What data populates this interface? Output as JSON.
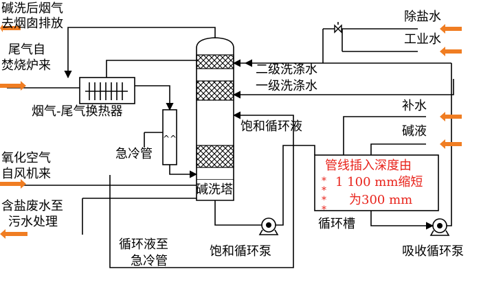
{
  "labels": {
    "exhaust_out_l1": "碱洗后烟气",
    "exhaust_out_l2": "去烟囱排放",
    "tail_gas_l1": "尾气自",
    "tail_gas_l2": "焚烧炉来",
    "heat_exchanger": "烟气-尾气换热器",
    "quench_tube": "急冷管",
    "ox_air_l1": "氧化空气",
    "ox_air_l2": "自风机来",
    "brine_l1": "含盐废水至",
    "brine_l2": "污水处理",
    "recycle_l1": "循环液至",
    "recycle_l2": "急冷管",
    "sat_pump": "饱和循环泵",
    "scrub_tower": "碱洗塔",
    "sat_liquid": "饱和循环液",
    "wash2": "二级洗涤水",
    "wash1": "一级洗涤水",
    "desalted_water": "除盐水",
    "industrial_water": "工业水",
    "makeup_water": "补水",
    "lye": "碱液",
    "circ_tank": "循环槽",
    "abs_pump": "吸收循环泵",
    "note_l1": "管线插入深度由",
    "note_l2": "1 100 mm缩短",
    "note_l3": "为300 mm"
  },
  "colors": {
    "arrow": "#f07d22",
    "note_text": "#e8231b",
    "note_marks": "#e8231b",
    "line": "#000000"
  }
}
